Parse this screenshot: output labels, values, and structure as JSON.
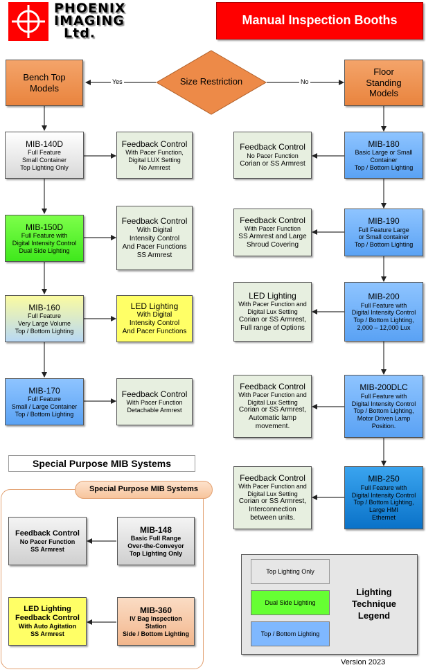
{
  "header": {
    "logo_line1": "PHOENIX",
    "logo_line2": "IMAGING",
    "logo_line3": "Ltd.",
    "title": "Manual Inspection Booths"
  },
  "decision": {
    "label": "Size Restriction",
    "yes": "Yes",
    "no": "No"
  },
  "bench": {
    "title": "Bench Top Models",
    "models": [
      {
        "name": "MIB-140D",
        "desc": [
          "Full Feature",
          "Small Container",
          "Top Lighting Only"
        ],
        "feature": {
          "title": "Feedback Control",
          "desc": [
            "With Pacer Function,",
            "Digital LUX Setting",
            "No Armrest"
          ]
        }
      },
      {
        "name": "MIB-150D",
        "desc": [
          "Full Feature with",
          "Digital Intensity Control",
          "Dual Side Lighting"
        ],
        "feature": {
          "title": "Feedback Control",
          "desc": [
            "With Digital",
            "Intensity Control",
            "And Pacer Functions",
            "SS Armrest"
          ]
        }
      },
      {
        "name": "MIB-160",
        "desc": [
          "Full Feature",
          "Very Large Volume",
          "Top / Bottom Lighting"
        ],
        "feature": {
          "title": "LED Lighting",
          "desc": [
            "With Digital",
            "Intensity Control",
            "And Pacer Functions"
          ]
        }
      },
      {
        "name": "MIB-170",
        "desc": [
          "Full Feature",
          "Small / Large Container",
          "Top / Bottom Lighting"
        ],
        "feature": {
          "title": "Feedback Control",
          "desc": [
            "With Pacer Function",
            "Detachable  Armrest"
          ]
        }
      }
    ]
  },
  "floor": {
    "title": "Floor Standing Models",
    "models": [
      {
        "name": "MIB-180",
        "desc": [
          "Basic Large or Small",
          "Container",
          "Top / Bottom Lighting"
        ],
        "feature": {
          "title": "Feedback Control",
          "desc": [
            "No Pacer Function",
            "Corian or SS Armrest"
          ]
        }
      },
      {
        "name": "MIB-190",
        "desc": [
          "Full Feature Large",
          "or Small container",
          "Top / Bottom Lighting"
        ],
        "feature": {
          "title": "Feedback Control",
          "desc": [
            "With Pacer Function",
            "SS Armrest and Large",
            "Shroud Covering"
          ]
        }
      },
      {
        "name": "MIB-200",
        "desc": [
          "Full Feature with",
          "Digital Intensity Control",
          "Top / Bottom Lighting,",
          "2,000 – 12,000 Lux"
        ],
        "feature": {
          "title": "LED Lighting",
          "desc": [
            "With Pacer Function and",
            "Digital Lux Setting",
            "Corian or SS Armrest,",
            "Full range of Options"
          ]
        }
      },
      {
        "name": "MIB-200DLC",
        "desc": [
          "Full Feature with",
          "Digital Intensity Control",
          "Top / Bottom Lighting,",
          "Motor Driven Lamp",
          "Position."
        ],
        "feature": {
          "title": "Feedback Control",
          "desc": [
            "With Pacer Function and",
            "Digital Lux Setting",
            "Corian or SS Armrest,",
            "Automatic lamp",
            "movement."
          ]
        }
      },
      {
        "name": "MIB-250",
        "desc": [
          "Full Feature with",
          "Digital Intensity Control",
          "Top / Bottom Lighting,",
          "Large HMI",
          "Ethernet"
        ],
        "feature": {
          "title": "Feedback Control",
          "desc": [
            "With Pacer Function and",
            "Digital Lux Setting",
            "Corian or SS Armrest,",
            "Interconnection",
            "between units."
          ]
        }
      }
    ]
  },
  "special": {
    "heading": "Special Purpose MIB Systems",
    "group_label": "Special Purpose MIB Systems",
    "models": [
      {
        "name": "MIB-148",
        "desc": [
          "Basic Full Range",
          "Over-the-Conveyor",
          "Top Lighting Only"
        ],
        "feature": {
          "title": "Feedback Control",
          "desc": [
            "No Pacer Function",
            "SS Armrest"
          ]
        }
      },
      {
        "name": "MIB-360",
        "desc": [
          "IV Bag Inspection",
          "Station",
          "Side / Bottom Lighting"
        ],
        "feature": {
          "title": "LED Lighting\nFeedback Control",
          "desc": [
            "With Auto Agitation",
            "SS Armrest"
          ]
        }
      }
    ]
  },
  "legend": {
    "title": "Lighting Technique Legend",
    "items": [
      {
        "label": "Top Lighting Only",
        "color": "#e6e6e6"
      },
      {
        "label": "Dual Side Lighting",
        "color": "#66ff33"
      },
      {
        "label": "Top / Bottom Lighting",
        "color": "#7fb8ff"
      }
    ]
  },
  "footer": {
    "version": "Version 2023"
  },
  "colors": {
    "title_red": "#ff0000",
    "orange": "#ed8a48",
    "green": "#55ee2a",
    "blue": "#6aaef8",
    "dark_blue": "#1284d6",
    "yellow": "#ffff66",
    "peach": "#f6c6a2",
    "pale_green": "#e7efe0"
  }
}
